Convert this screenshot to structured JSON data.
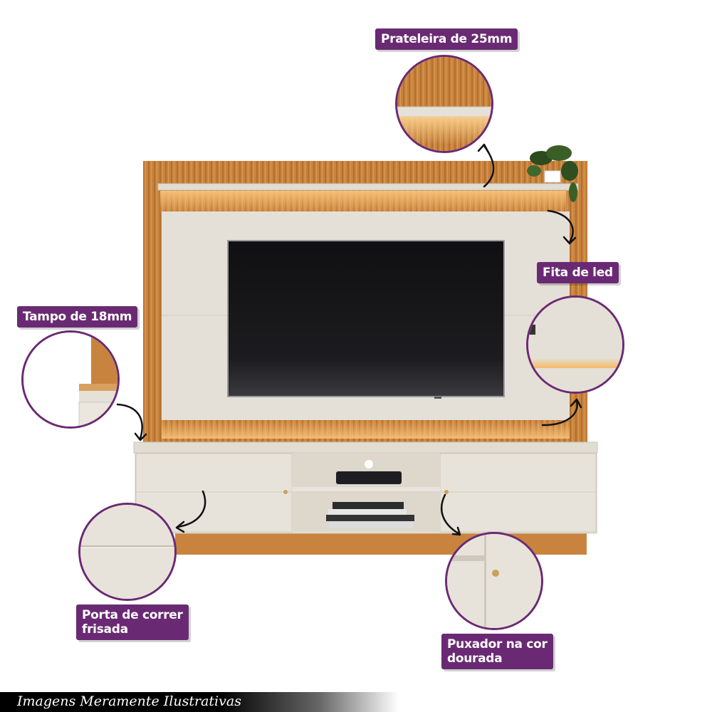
{
  "callouts": {
    "prateleira": "Prateleira de 25mm",
    "fita": "Fita de led",
    "tampo": "Tampo de 18mm",
    "porta": "Porta de correr\nfrisada",
    "puxador": "Puxador na cor\ndourada"
  },
  "footer": {
    "text": "Imagens Meramente Ilustrativas"
  },
  "colors": {
    "callout_bg": "#6a2a73",
    "wood": "#c8843f",
    "panel_offwhite": "#e5e0d7",
    "led_glow": "#f5b86a",
    "tv_screen": "#141416"
  },
  "icons": [
    "plant-icon",
    "arrow-icon"
  ]
}
